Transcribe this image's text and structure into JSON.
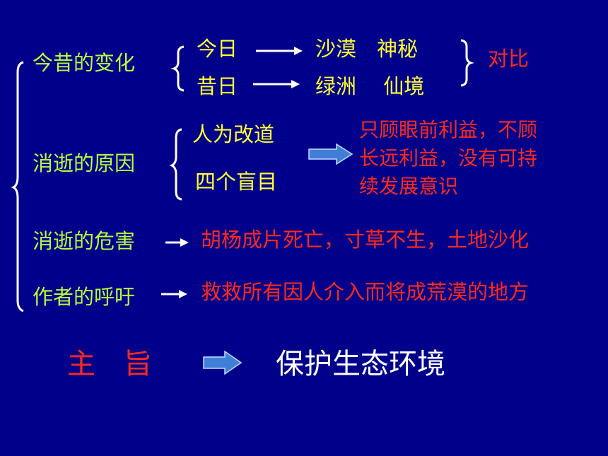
{
  "changes": {
    "label": "今昔的变化",
    "today": "今日",
    "today_result": "沙漠　神秘",
    "past": "昔日",
    "past_result": "绿洲　 仙境",
    "contrast": "对比"
  },
  "causes": {
    "label": "消逝的原因",
    "item1": "人为改道",
    "item2": "四个盲目",
    "result_lines": [
      "只顾眼前利益，不顾",
      "长远利益，没有可持",
      "续发展意识"
    ]
  },
  "harm": {
    "label": "消逝的危害",
    "text": "胡杨成片死亡，寸草不生，土地沙化"
  },
  "appeal": {
    "label": "作者的呼吁",
    "text": "救救所有因人介入而将成荒漠的地方"
  },
  "theme": {
    "label": "主　旨",
    "text": "保护生态环境"
  },
  "colors": {
    "background": "#00008a",
    "label_green": "#b6ff3a",
    "text_yellow": "#ffff33",
    "text_red": "#ff2a1a",
    "text_white": "#ffffff",
    "arrow_fill": "#3f7fd8"
  }
}
